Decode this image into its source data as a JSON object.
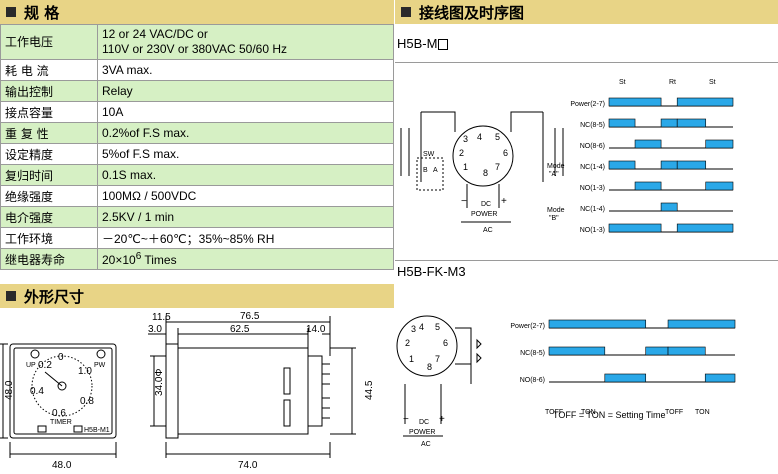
{
  "specs": {
    "title": "规 格",
    "rows": [
      {
        "label": "工作电压",
        "value_lines": [
          "12 or 24 VAC/DC or",
          "110V or 230V or 380VAC 50/60 Hz"
        ]
      },
      {
        "label": "耗 电 流",
        "value": "3VA max."
      },
      {
        "label": "输出控制",
        "value": "Relay"
      },
      {
        "label": "接点容量",
        "value": "10A"
      },
      {
        "label": "重 复 性",
        "value": "0.2%of F.S max."
      },
      {
        "label": "设定精度",
        "value": "5%of F.S max."
      },
      {
        "label": "复归时间",
        "value": "0.1S max."
      },
      {
        "label": "绝缘强度",
        "value": "100MΩ / 500VDC"
      },
      {
        "label": "电介强度",
        "value": "2.5KV / 1 min"
      },
      {
        "label": "工作环境",
        "value": "－20℃~＋60℃；35%~85% RH"
      },
      {
        "label": "继电器寿命",
        "value_prefix": "20×10",
        "value_sup": "6",
        "value_suffix": " Times"
      }
    ]
  },
  "dimensions": {
    "title": "外形尺寸",
    "labels": {
      "d11_5": "11.5",
      "d76_5": "76.5",
      "d3_0": "3.0",
      "d62_5": "62.5",
      "d14_0": "14.0",
      "d34": "34.0Φ",
      "d44_5": "44.5",
      "d48_side": "48.0",
      "d48_bottom": "48.0",
      "d74": "74.0",
      "up": "UP",
      "pw": "PW",
      "timer": "TIMER",
      "model_small": "H5B-M1",
      "dial": [
        "0.2",
        "0.4",
        "0.6",
        "0.8",
        "1.0",
        "0"
      ]
    }
  },
  "wiring": {
    "title": "接线图及时序图",
    "model_1": "H5B-M",
    "model_2": "H5B-FK-M3",
    "d1": {
      "st": "St",
      "rt": "Rt",
      "signals": [
        "Power(2-7)",
        "NC(8-5)",
        "NO(8-6)",
        "NC(1-4)",
        "NO(1-3)",
        "NC(1-4)",
        "NO(1-3)"
      ],
      "mode_a": [
        "Mode",
        "\"A\""
      ],
      "mode_b": [
        "Mode",
        "\"B\""
      ],
      "sw": "SW",
      "sw_b": "B",
      "sw_a": "A",
      "dc": "DC",
      "power": "POWER",
      "ac": "AC",
      "plus": "+",
      "minus": "−",
      "pins": [
        "1",
        "2",
        "3",
        "4",
        "5",
        "6",
        "7",
        "8"
      ]
    },
    "d2": {
      "signals": [
        "Power(2-7)",
        "NC(8-5)",
        "NO(8-6)"
      ],
      "toff": "TOFF",
      "ton": "TON",
      "formula": "TOFF = TON = Setting Time",
      "dc": "DC",
      "power": "POWER",
      "ac": "AC",
      "plus": "+",
      "minus": "−",
      "pins": [
        "1",
        "2",
        "3",
        "4",
        "5",
        "6",
        "7",
        "8"
      ]
    }
  },
  "colors": {
    "header_bg": "#e8d486",
    "row_alt": "#d6f0c4",
    "pulse": "#2aa8e8"
  }
}
